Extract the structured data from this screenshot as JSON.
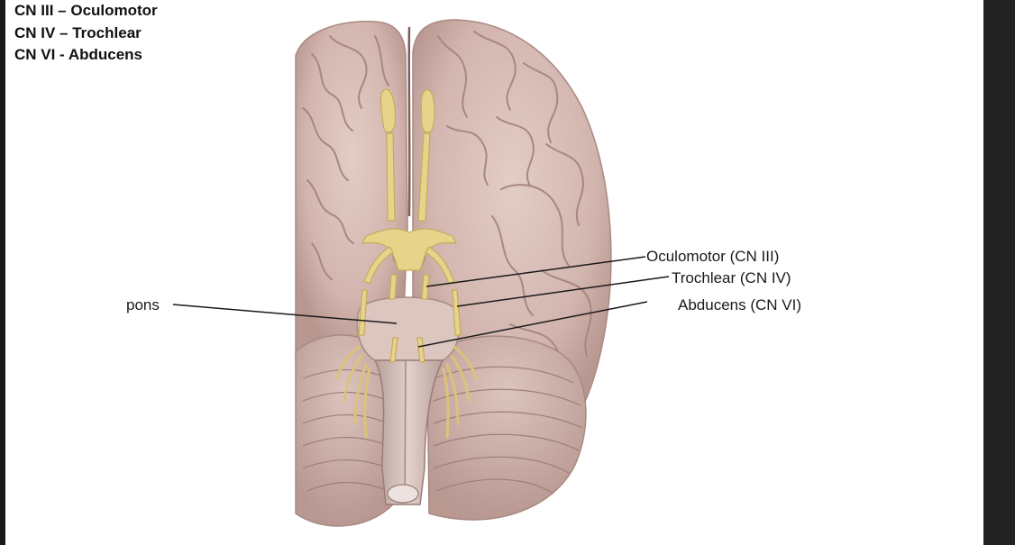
{
  "heading": {
    "lines": [
      "CN III – Oculomotor",
      "CN IV – Trochlear",
      "CN VI - Abducens"
    ]
  },
  "figure": {
    "labels": {
      "pons": "pons",
      "oculomotor": "Oculomotor (CN III)",
      "trochlear": "Trochlear (CN IV)",
      "abducens": "Abducens (CN VI)"
    }
  },
  "colors": {
    "slide_background": "#ffffff",
    "frame_dark": "#1a1a1a",
    "brain_tissue": "#d6bcb5",
    "brain_shadow": "#a98983",
    "nerve_yellow": "#e8d38a",
    "leader_line": "#1a1a1a"
  }
}
